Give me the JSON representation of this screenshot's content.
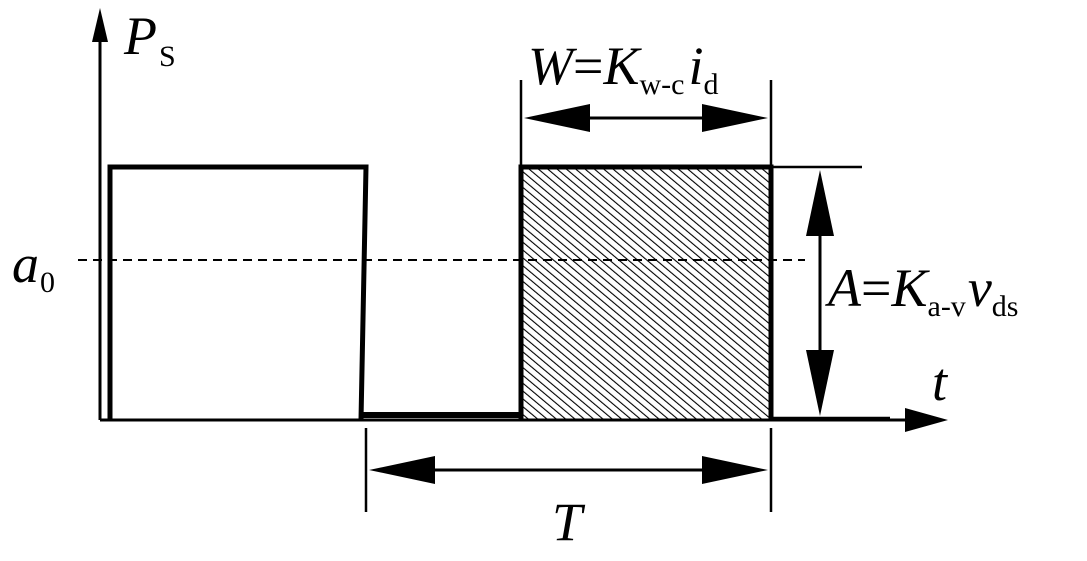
{
  "labels": {
    "ps": {
      "main": "P",
      "sub": "S"
    },
    "t": "t",
    "a0": {
      "main": "a",
      "sub": "0"
    },
    "t_period": "T",
    "width_eq": {
      "w": "W",
      "eq": "=",
      "k": "K",
      "k_sub": "w-c",
      "i": "i",
      "i_sub": "d"
    },
    "amp_eq": {
      "a": "A",
      "eq": "=",
      "k": "K",
      "k_sub": "a-v",
      "v": "v",
      "v_sub": "ds"
    }
  },
  "colors": {
    "ink": "#000000",
    "hatch": "#000000",
    "background": "#ffffff"
  }
}
